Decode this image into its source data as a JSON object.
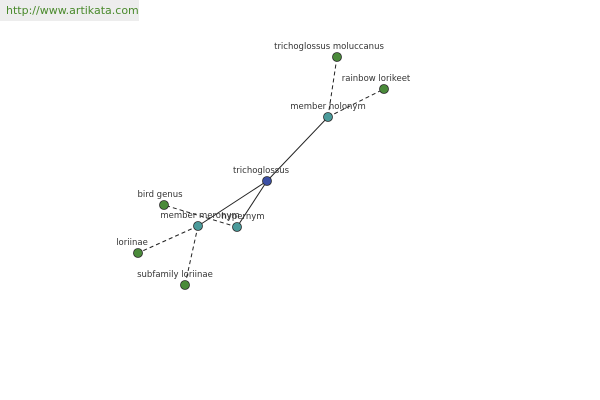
{
  "watermark": "http://www.artikata.com",
  "colors": {
    "center_node": "#3b4fa3",
    "relation_node": "#4a9a9a",
    "leaf_node": "#4a8a3a",
    "edge": "#222222",
    "label": "#333333"
  },
  "graph": {
    "nodes": [
      {
        "id": "trichoglossus",
        "label": "trichoglossus",
        "kind": "center"
      },
      {
        "id": "member_holonym",
        "label": "member holonym",
        "kind": "relation"
      },
      {
        "id": "member_meronym",
        "label": "member meronym",
        "kind": "relation"
      },
      {
        "id": "hypernym",
        "label": "hypernym",
        "kind": "relation"
      },
      {
        "id": "trichoglossus_moluccanus",
        "label": "trichoglossus moluccanus",
        "kind": "leaf"
      },
      {
        "id": "rainbow_lorikeet",
        "label": "rainbow lorikeet",
        "kind": "leaf"
      },
      {
        "id": "bird_genus",
        "label": "bird genus",
        "kind": "leaf"
      },
      {
        "id": "loriinae",
        "label": "loriinae",
        "kind": "leaf"
      },
      {
        "id": "subfamily_loriinae",
        "label": "subfamily loriinae",
        "kind": "leaf"
      }
    ],
    "edges": [
      {
        "from": "trichoglossus",
        "to": "member_holonym",
        "style": "solid"
      },
      {
        "from": "trichoglossus",
        "to": "member_meronym",
        "style": "solid"
      },
      {
        "from": "trichoglossus",
        "to": "hypernym",
        "style": "solid"
      },
      {
        "from": "member_holonym",
        "to": "trichoglossus_moluccanus",
        "style": "dashed"
      },
      {
        "from": "member_holonym",
        "to": "rainbow_lorikeet",
        "style": "dashed"
      },
      {
        "from": "hypernym",
        "to": "bird_genus",
        "style": "dashed"
      },
      {
        "from": "member_meronym",
        "to": "loriinae",
        "style": "dashed"
      },
      {
        "from": "member_meronym",
        "to": "subfamily_loriinae",
        "style": "dashed"
      }
    ]
  }
}
